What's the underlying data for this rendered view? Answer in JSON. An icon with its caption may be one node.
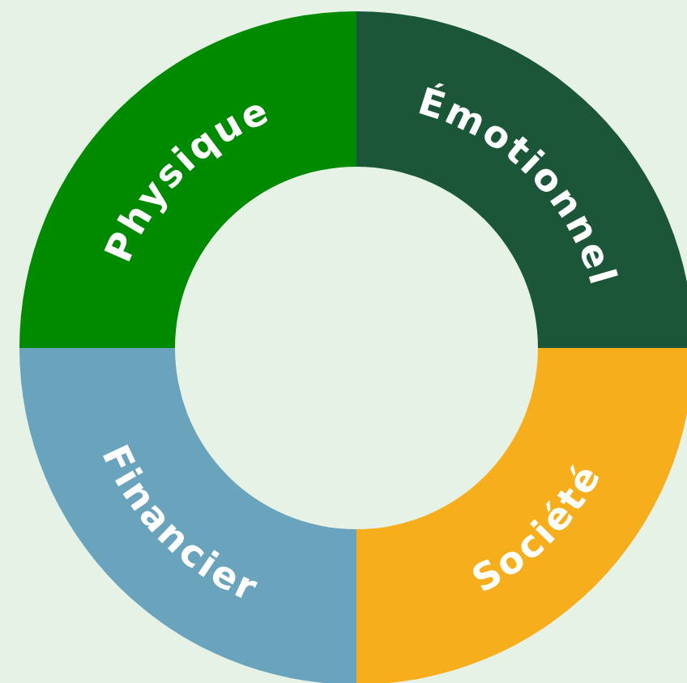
{
  "diagram": {
    "nodes": [
      {
        "text": [
          "Physique"
        ]
      },
      {
        "text": [
          "Émotionnel"
        ]
      },
      {
        "text": [
          "Financier"
        ]
      },
      {
        "text": [
          "Société"
        ]
      }
    ]
  }
}
